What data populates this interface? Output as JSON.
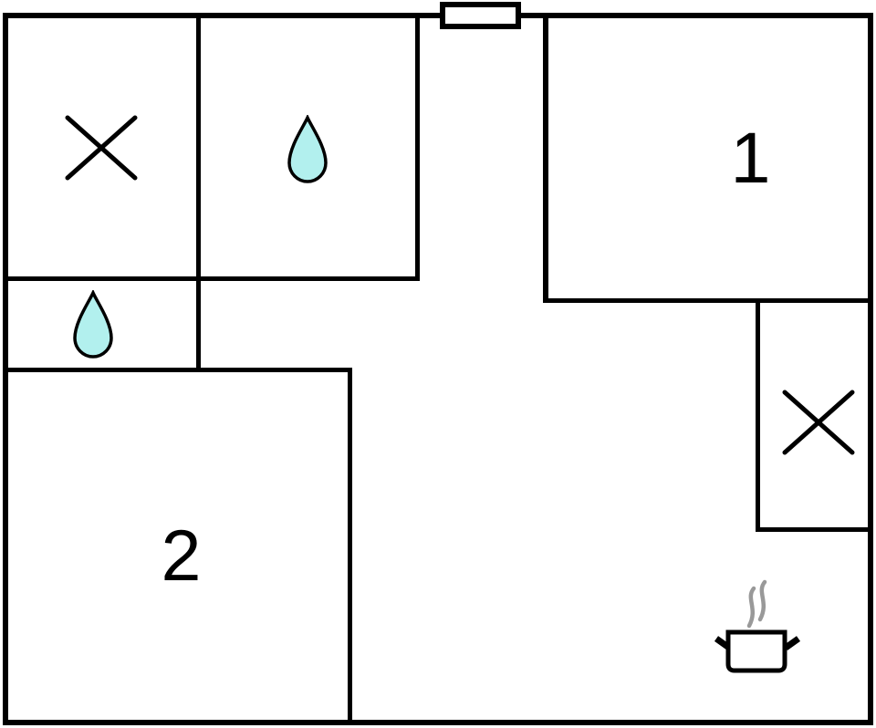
{
  "floor_plan": {
    "type": "apartment-floor-plan",
    "rooms": [
      {
        "id": "room-1",
        "label": "1"
      },
      {
        "id": "room-2",
        "label": "2"
      }
    ],
    "symbols": [
      {
        "name": "x-mark",
        "location": "top-left-room"
      },
      {
        "name": "water-drop",
        "location": "top-middle-room"
      },
      {
        "name": "water-drop",
        "location": "left-small-room"
      },
      {
        "name": "x-mark",
        "location": "right-small-room"
      },
      {
        "name": "cooking-pot-with-steam",
        "location": "bottom-right-area"
      }
    ],
    "entrance": {
      "name": "door-marker",
      "location": "top-center"
    }
  },
  "colors": {
    "wall": "#000000",
    "background": "#ffffff",
    "water_drop_fill": "#b2f0ee",
    "steam": "#999999"
  }
}
